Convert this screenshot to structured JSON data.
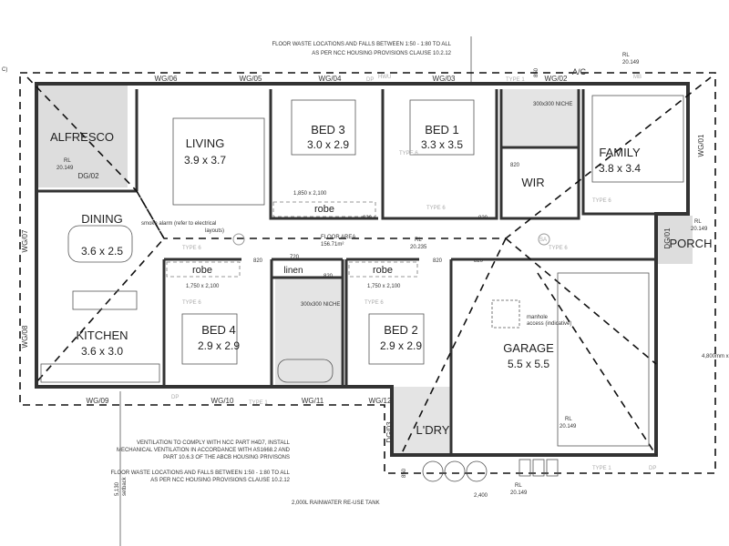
{
  "notes": {
    "top_line1": "FLOOR WASTE LOCATIONS AND FALLS BETWEEN 1:50 - 1:80 TO ALL",
    "top_line2": "AS PER NCC HOUSING PROVISIONS CLAUSE 10.2.12",
    "vent_line1": "VENTILATION TO COMPLY WITH NCC PART H4D7, INSTALL",
    "vent_line2": "MECHANICAL VENTILATION IN ACCORDANCE WITH AS1668.2 AND",
    "vent_line3": "PART 10.6.3 OF THE ABCB HOUSING PRIVISONS",
    "floor_line1": "FLOOR WASTE LOCATIONS AND FALLS BETWEEN 1:50 - 1:80 TO ALL",
    "floor_line2": "AS PER NCC HOUSING PROVISIONS CLAUSE 10.2.12",
    "smoke1": "smoke alarm (refer to electrical",
    "smoke2": "layouts)",
    "tank": "2,000L RAINWATER RE-USE TANK",
    "setback": "5,130",
    "setback_label": "setback",
    "manhole1": "manhole",
    "manhole2": "access (indicative)",
    "niche1": "300x300 NICHE",
    "niche2": "300x300 NICHE",
    "dim_right": "4,800mm x",
    "dim_tank_w": "2,400",
    "dim_tank_h": "850",
    "dim_ac": "850",
    "edge_left": "C)"
  },
  "rooms": {
    "alfresco": "ALFRESCO",
    "living": "LIVING",
    "living_size": "3.9 x 3.7",
    "bed3": "BED 3",
    "bed3_size": "3.0 x 2.9",
    "bed1": "BED 1",
    "bed1_size": "3.3 x 3.5",
    "wir": "WIR",
    "family": "FAMILY",
    "family_size": "3.8 x 3.4",
    "porch": "PORCH",
    "dining": "DINING",
    "dining_size": "3.6 x 2.5",
    "kitchen": "KITCHEN",
    "kitchen_size": "3.6 x 3.0",
    "bed4": "BED 4",
    "bed4_size": "2.9 x 2.9",
    "bed2": "BED 2",
    "bed2_size": "2.9 x 2.9",
    "garage": "GARAGE",
    "garage_size": "5.5 x 5.5",
    "laundry": "L'DRY",
    "linen": "linen",
    "robe": "robe",
    "floor_area": "FLOOR AREA",
    "floor_area_value": "156.71m²",
    "ac": "A/C",
    "mb": "MB",
    "hwu": "HWU"
  },
  "windows": {
    "wg01": "WG/01",
    "wg02": "WG/02",
    "wg03": "WG/03",
    "wg04": "WG/04",
    "wg05": "WG/05",
    "wg06": "WG/06",
    "wg07": "WG/07",
    "wg08": "WG/08",
    "wg09": "WG/09",
    "wg10": "WG/10",
    "wg11": "WG/11",
    "wg12": "WG/12",
    "dg01": "DG/01",
    "dg02": "DG/02",
    "dg03": "DG/03"
  },
  "levels": {
    "rl": "RL",
    "alfresco": "20.149",
    "top": "20.149",
    "floor": "20.235",
    "porch": "20.149",
    "garage": "20.149",
    "tank": "20.149"
  },
  "dims": {
    "door": "820",
    "linen_door": "720",
    "robe_bed3": "1,850 x 2,100",
    "robe_bed4": "1,750 x 2,100",
    "robe_bed2": "1,750 x 2,100"
  },
  "tags": {
    "type6": "TYPE 6",
    "type1": "TYPE 1",
    "dp": "DP",
    "sa": "SA"
  }
}
